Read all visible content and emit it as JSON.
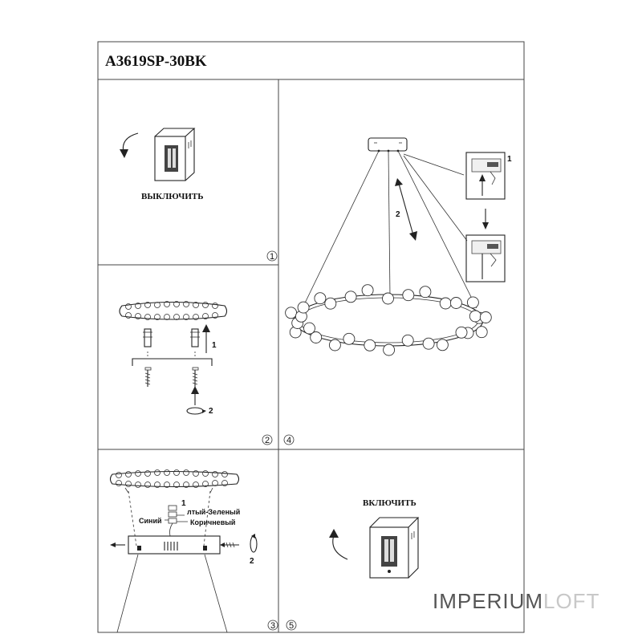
{
  "title": "A3619SP-30BK",
  "steps": {
    "s1": {
      "caption": "ВЫКЛЮЧИТЬ",
      "number": "1"
    },
    "s2": {
      "number": "2",
      "arrow1": "1",
      "arrow2": "2"
    },
    "s3": {
      "number": "3",
      "wire_blue": "Синий",
      "wire_yg": "лтый-Зеленый",
      "wire_brown": "Коричневый",
      "label1": "1",
      "label2": "2"
    },
    "s4": {
      "number": "4",
      "inset_label": "1",
      "cable_label": "2"
    },
    "s5": {
      "caption": "ВКЛЮЧИТЬ",
      "number": "5"
    }
  },
  "watermark": {
    "part1": "IMPERIUM",
    "part2": "LOFT"
  }
}
